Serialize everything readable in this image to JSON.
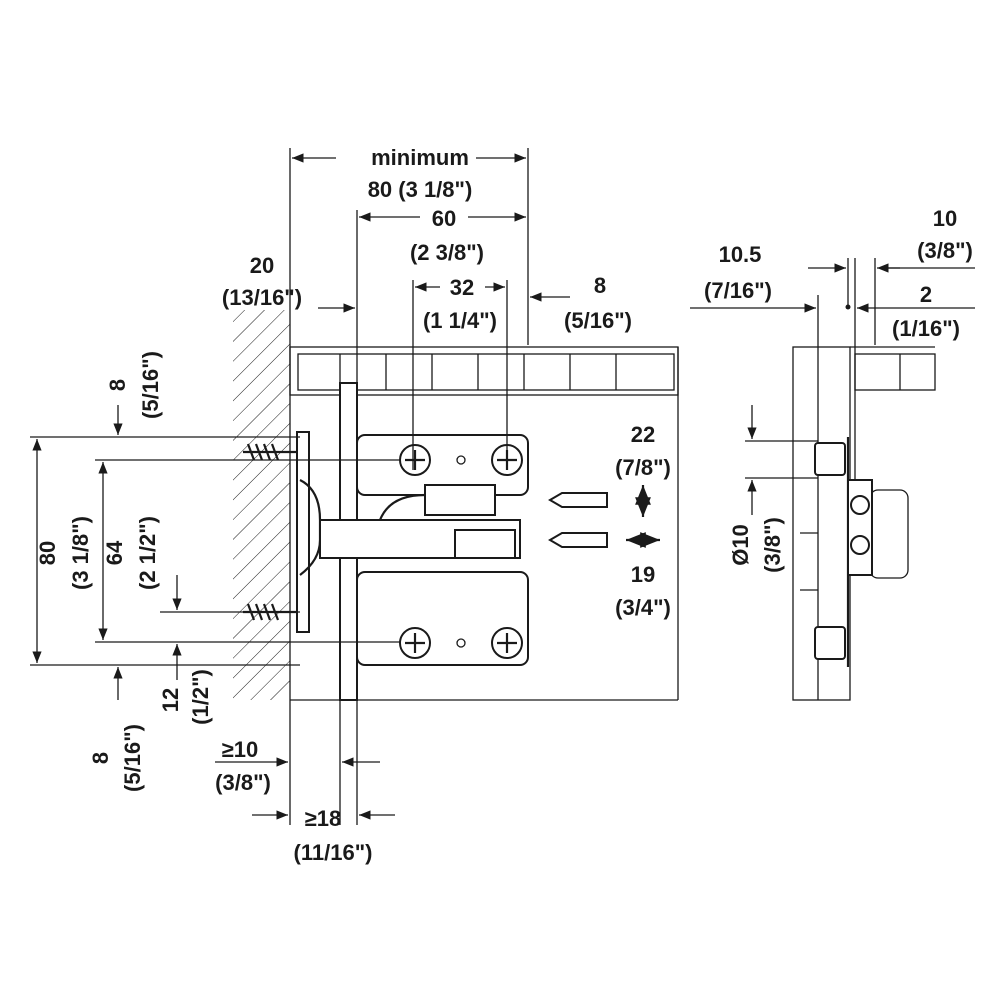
{
  "title": "Hinge mounting dimensions drawing",
  "top_dims": {
    "minimum": "minimum",
    "d80": "80 (3 1/8\")",
    "d60": "60",
    "d60_in": "(2 3/8\")",
    "d32": "32",
    "d32_in": "(1 1/4\")",
    "d8": "8",
    "d8_in": "(5/16\")",
    "d20": "20",
    "d20_in": "(13/16\")"
  },
  "left_dims": {
    "top8": "8",
    "top8_in": "(5/16\")",
    "d80": "80",
    "d80_in": "(3 1/8\")",
    "d64": "64",
    "d64_in": "(2 1/2\")",
    "d12": "12",
    "d12_in": "(1/2\")",
    "bot8": "8",
    "bot8_in": "(5/16\")"
  },
  "bottom_dims": {
    "ge10": "≥10",
    "ge10_in": "(3/8\")",
    "ge18": "≥18",
    "ge18_in": "(11/16\")"
  },
  "adjust_dims": {
    "d22": "22",
    "d22_in": "(7/8\")",
    "d19": "19",
    "d19_in": "(3/4\")"
  },
  "side_view": {
    "d10_5": "10.5",
    "d10_5_in": "(7/16\")",
    "d10": "10",
    "d10_in": "(3/8\")",
    "d2": "2",
    "d2_in": "(1/16\")",
    "dia10": "Ø10",
    "dia10_in": "(3/8\")"
  }
}
